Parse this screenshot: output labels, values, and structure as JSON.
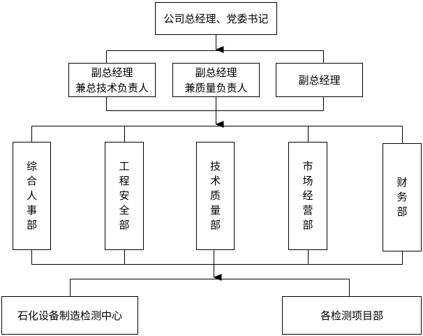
{
  "top": {
    "label": "公司总经理、党委书记"
  },
  "deputies": [
    {
      "lines": [
        "副总经理",
        "兼总技术负责人"
      ]
    },
    {
      "lines": [
        "副总经理",
        "兼质量负责人"
      ]
    },
    {
      "lines": [
        "副总经理"
      ]
    }
  ],
  "departments": [
    {
      "chars": [
        "综",
        "合",
        "人",
        "事",
        "部"
      ]
    },
    {
      "chars": [
        "工",
        "程",
        "安",
        "全",
        "部"
      ]
    },
    {
      "chars": [
        "技",
        "术",
        "质",
        "量",
        "部"
      ]
    },
    {
      "chars": [
        "市",
        "场",
        "经",
        "营",
        "部"
      ]
    },
    {
      "chars": [
        "财",
        "务",
        "部"
      ]
    }
  ],
  "bottom": [
    {
      "label": "石化设备制造检测中心"
    },
    {
      "label": "各检测项目部"
    }
  ]
}
